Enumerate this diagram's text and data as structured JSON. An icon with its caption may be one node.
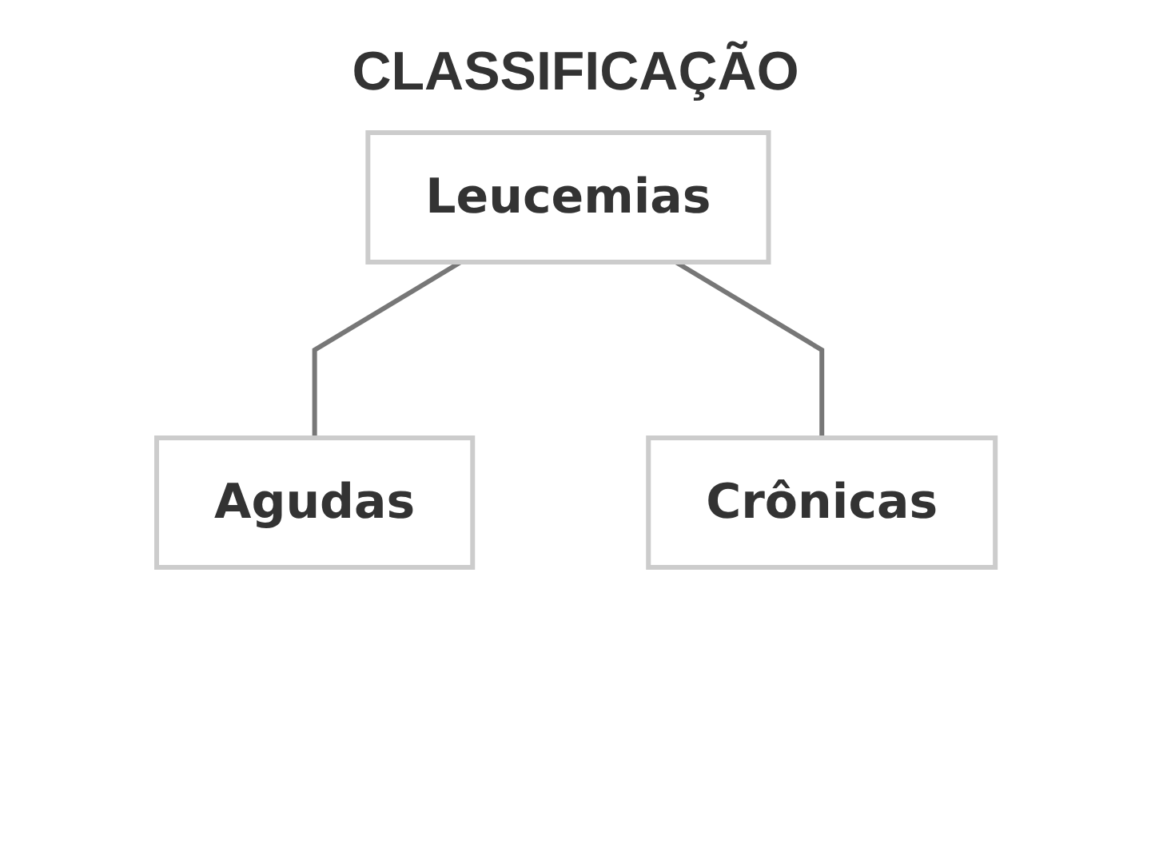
{
  "diagram": {
    "title": "CLASSIFICAÇÃO",
    "nodes": [
      {
        "text": [
          "Leucemias"
        ]
      },
      {
        "text": [
          "Agudas"
        ]
      },
      {
        "text": [
          "Crônicas"
        ]
      }
    ],
    "edges": [
      {
        "from": 0,
        "to": 1,
        "arrow": "none"
      },
      {
        "from": 0,
        "to": 2,
        "arrow": "none"
      }
    ]
  }
}
